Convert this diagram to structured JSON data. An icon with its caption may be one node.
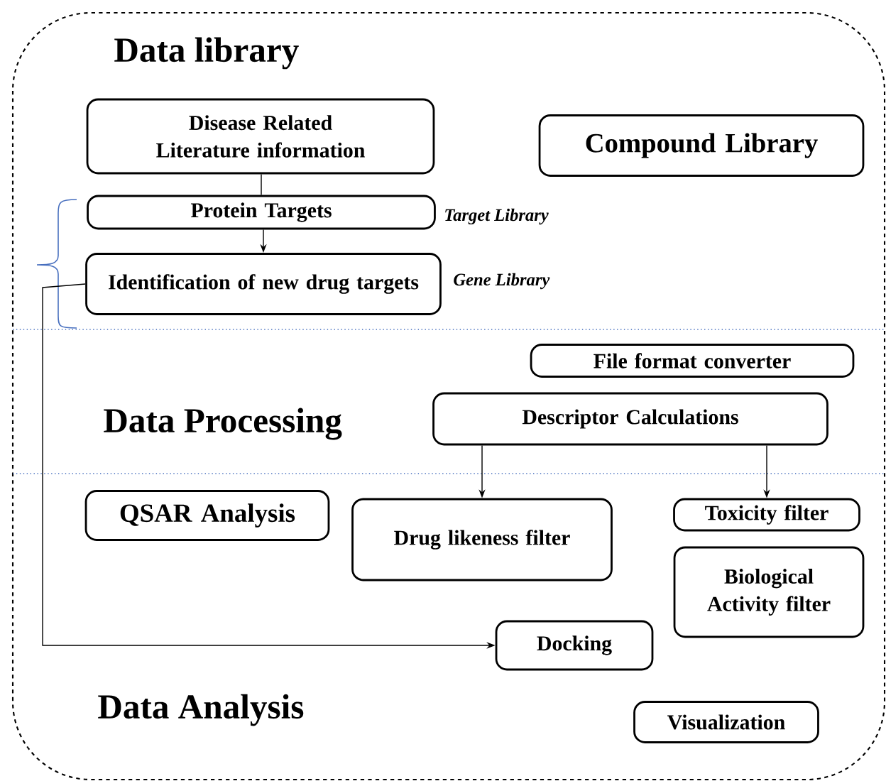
{
  "diagram": {
    "nodes": [
      {
        "text": [
          "Disease Related Literature information"
        ]
      },
      {
        "text": [
          "Compound Library"
        ]
      },
      {
        "text": [
          "Protein Targets"
        ],
        "beside": [
          "Target Library"
        ]
      },
      {
        "text": [
          "Identification of new drug targets"
        ],
        "beside": [
          "Gene Library"
        ]
      },
      {
        "text": [
          "File format converter"
        ]
      },
      {
        "text": [
          "Descriptor Calculations"
        ]
      },
      {
        "text": [
          "QSAR Analysis"
        ]
      },
      {
        "text": [
          "Drug likeness filter"
        ]
      },
      {
        "text": [
          "Toxicity filter"
        ]
      },
      {
        "text": [
          "Biological Activity filter"
        ]
      },
      {
        "text": [
          "Docking"
        ]
      },
      {
        "text": [
          "Visualization"
        ]
      }
    ],
    "edges": [
      {
        "from": 0,
        "to": 2,
        "arrow": "none"
      },
      {
        "from": 2,
        "to": 3,
        "arrow": "to"
      },
      {
        "from": 5,
        "to": 7,
        "arrow": "to"
      },
      {
        "from": 5,
        "to": 8,
        "arrow": "to"
      },
      {
        "from": 3,
        "to": 10,
        "arrow": "to"
      }
    ],
    "labels": [
      "Data library",
      "Data Processing",
      "Data Analysis"
    ]
  }
}
